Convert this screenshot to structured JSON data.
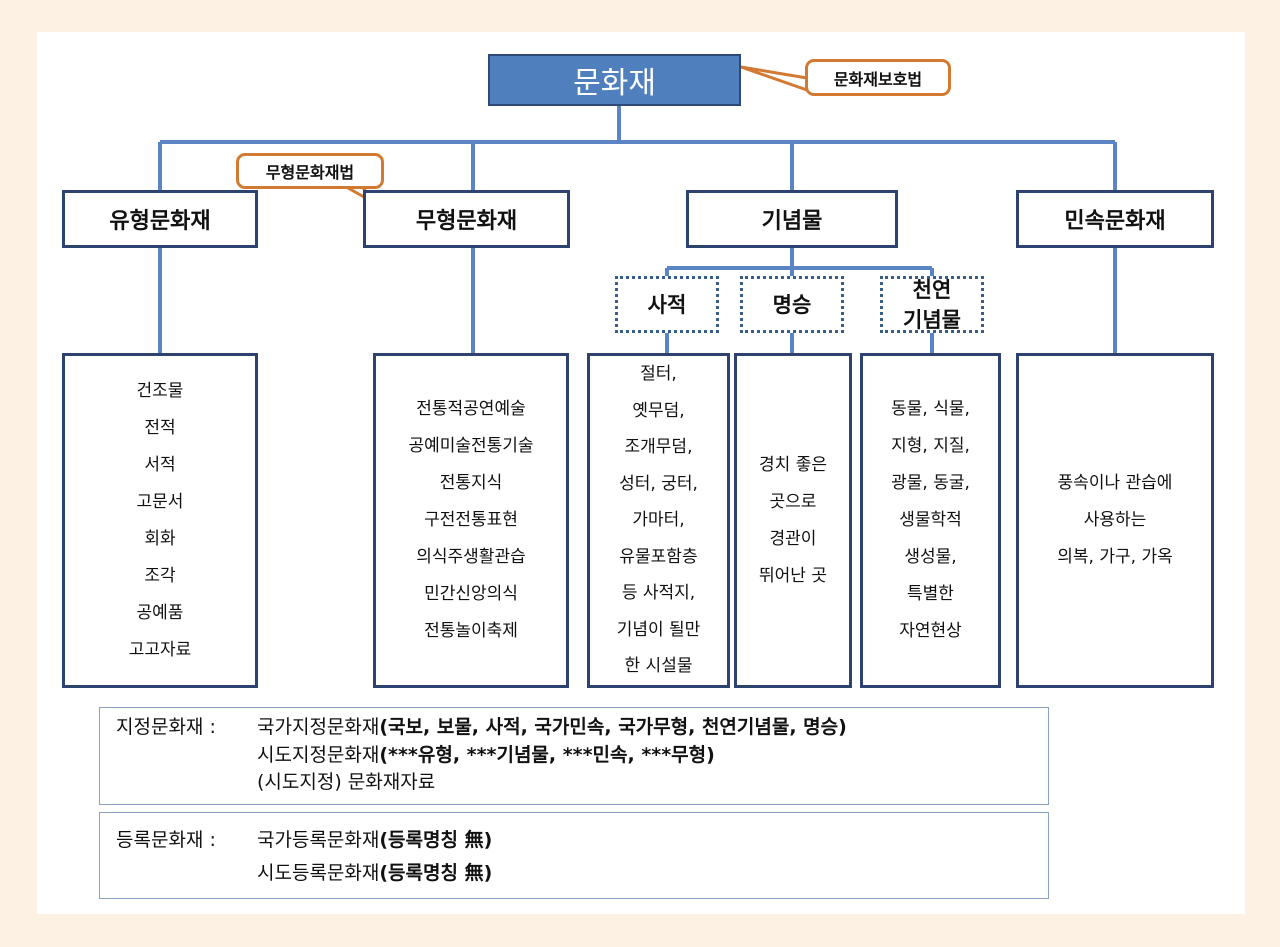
{
  "root": {
    "label": "문화재",
    "law_callout": "문화재보호법"
  },
  "intangible_law_callout": "무형문화재법",
  "categories": [
    {
      "label": "유형문화재",
      "items": [
        "건조물",
        "전적",
        "서적",
        "고문서",
        "회화",
        "조각",
        "공예품",
        "고고자료"
      ]
    },
    {
      "label": "무형문화재",
      "items": [
        "전통적공연예술",
        "공예미술전통기술",
        "전통지식",
        "구전전통표현",
        "의식주생활관습",
        "민간신앙의식",
        "전통놀이축제"
      ]
    },
    {
      "label": "기념물",
      "subcategories": [
        {
          "label_lines": [
            "사적"
          ],
          "items": [
            "절터,",
            "옛무덤,",
            "조개무덤,",
            "성터, 궁터,",
            "가마터,",
            "유물포함층",
            "등 사적지,",
            "기념이 될만",
            "한 시설물"
          ]
        },
        {
          "label_lines": [
            "명승"
          ],
          "items": [
            "경치 좋은",
            "곳으로",
            "경관이",
            "뛰어난 곳"
          ]
        },
        {
          "label_lines": [
            "천연",
            "기념물"
          ],
          "items": [
            "동물, 식물,",
            "지형, 지질,",
            "광물, 동굴,",
            "생물학적",
            "생성물,",
            "특별한",
            "자연현상"
          ]
        }
      ]
    },
    {
      "label": "민속문화재",
      "items": [
        "풍속이나 관습에",
        "사용하는",
        "의복, 가구, 가옥"
      ]
    }
  ],
  "legend": {
    "designated": {
      "label": "지정문화재 : ",
      "rows": [
        {
          "plain": "국가지정문화재",
          "bold": "(국보, 보물, 사적, 국가민속, 국가무형, 천연기념물, 명승)"
        },
        {
          "plain": "시도지정문화재",
          "bold": "(***유형, ***기념물, ***민속, ***무형)"
        },
        {
          "plain": "(시도지정) 문화재자료",
          "bold": ""
        }
      ]
    },
    "registered": {
      "label": "등록문화재 : ",
      "rows": [
        {
          "plain": "국가등록문화재",
          "bold": "(등록명칭 無)"
        },
        {
          "plain": "시도등록문화재",
          "bold": "(등록명칭 無)"
        }
      ]
    }
  }
}
